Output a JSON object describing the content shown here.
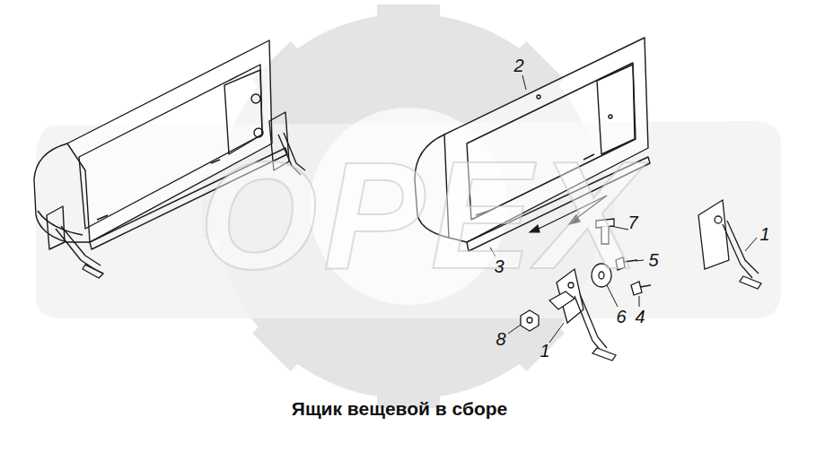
{
  "diagram": {
    "caption": "Ящик вещевой в сборе",
    "labels": [
      "OPEX",
      "2",
      "7",
      "3",
      "5",
      "1",
      "6",
      "4",
      "8",
      "1"
    ]
  }
}
